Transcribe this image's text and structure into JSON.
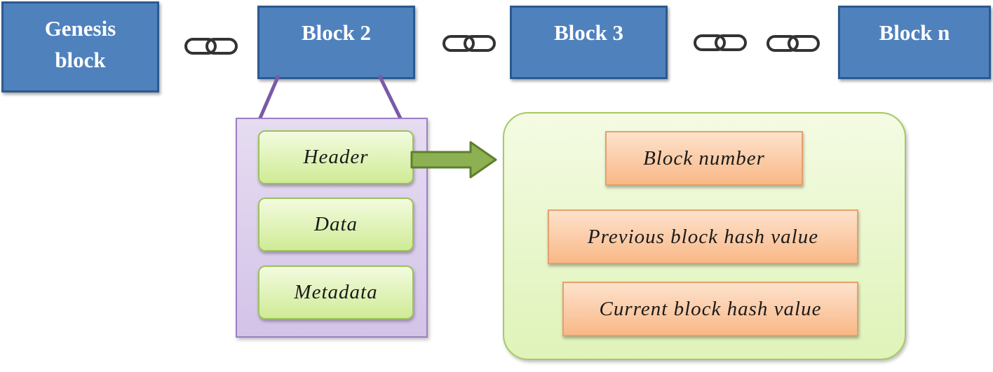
{
  "chain": {
    "blocks": [
      {
        "line1": "Genesis",
        "line2": "block"
      },
      {
        "line1": "Block 2"
      },
      {
        "line1": "Block 3"
      },
      {
        "line1": "Block n"
      }
    ],
    "link_icon": "chain-link-icon"
  },
  "block_structure": {
    "fields": [
      "Header",
      "Data",
      "Metadata"
    ]
  },
  "header_details": {
    "fields": [
      "Block number",
      "Previous block hash value",
      "Current block hash value"
    ]
  },
  "colors": {
    "block_fill": "#4f81bd",
    "block_border": "#2c5a8f",
    "purple_panel": "#d3c3e8",
    "purple_connector": "#7a5aa6",
    "green_field": "#cfeb96",
    "arrow": "#77933c",
    "orange_field": "#f9b887"
  }
}
